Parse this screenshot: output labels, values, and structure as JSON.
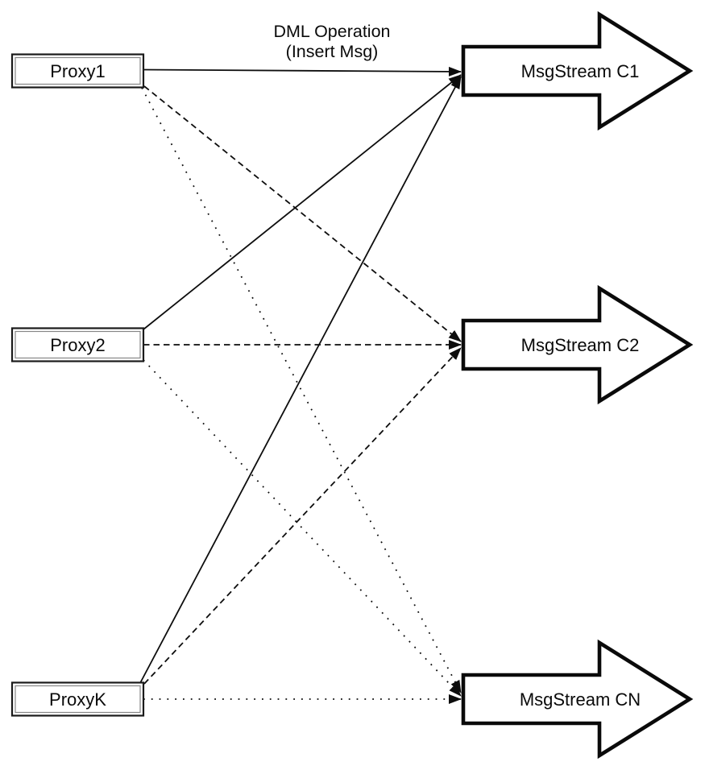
{
  "diagram": {
    "title": {
      "line1": "DML Operation",
      "line2": "(Insert Msg)"
    },
    "proxies": [
      {
        "id": "proxy1",
        "label": "Proxy1"
      },
      {
        "id": "proxy2",
        "label": "Proxy2"
      },
      {
        "id": "proxyk",
        "label": "ProxyK"
      }
    ],
    "streams": [
      {
        "id": "c1",
        "label": "MsgStream C1"
      },
      {
        "id": "c2",
        "label": "MsgStream C2"
      },
      {
        "id": "cn",
        "label": "MsgStream CN"
      }
    ],
    "edges": [
      {
        "from": "Proxy1",
        "to": "MsgStream C1",
        "style": "solid"
      },
      {
        "from": "Proxy1",
        "to": "MsgStream C2",
        "style": "dashed"
      },
      {
        "from": "Proxy1",
        "to": "MsgStream CN",
        "style": "dotted"
      },
      {
        "from": "Proxy2",
        "to": "MsgStream C1",
        "style": "solid"
      },
      {
        "from": "Proxy2",
        "to": "MsgStream C2",
        "style": "dashed"
      },
      {
        "from": "Proxy2",
        "to": "MsgStream CN",
        "style": "dotted"
      },
      {
        "from": "ProxyK",
        "to": "MsgStream C1",
        "style": "solid"
      },
      {
        "from": "ProxyK",
        "to": "MsgStream C2",
        "style": "dashed"
      },
      {
        "from": "ProxyK",
        "to": "MsgStream CN",
        "style": "dotted"
      }
    ],
    "legend": {
      "solid_means": "route to MsgStream C1",
      "dashed_means": "route to MsgStream C2",
      "dotted_means": "route to MsgStream CN"
    },
    "colors": {
      "background": "#ffffff",
      "line": "#0d0d0d",
      "box_border": "#1a1a1a",
      "box_inner_border": "#868686",
      "arrow_outline": "#0a0a0a",
      "text": "#0a0a0a"
    }
  }
}
